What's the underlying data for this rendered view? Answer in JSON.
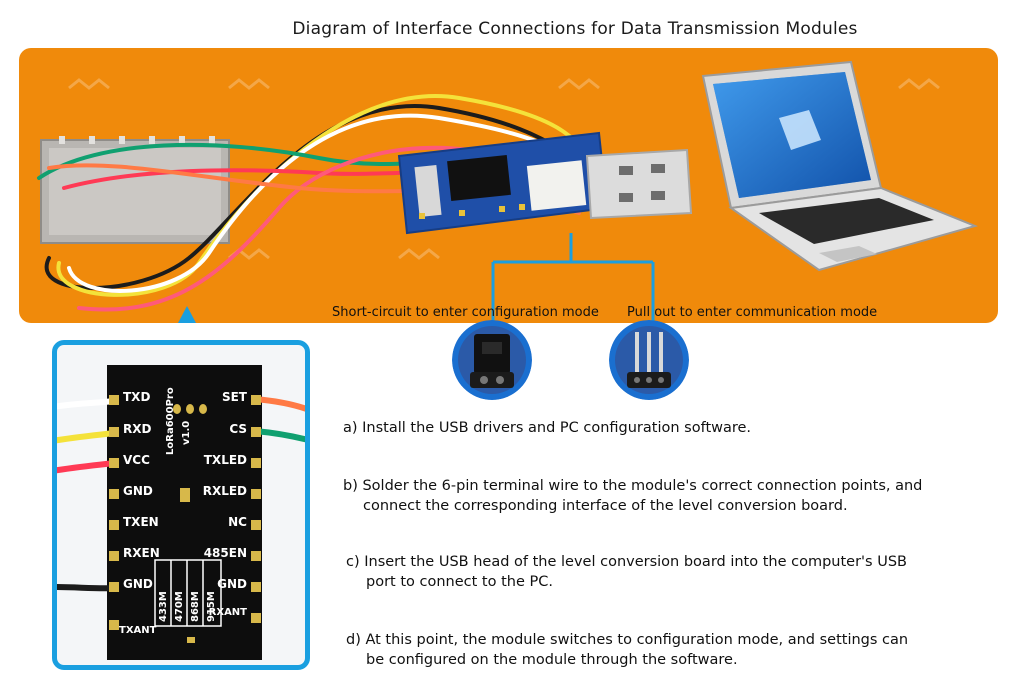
{
  "title": "Diagram of Interface Connections for Data Transmission Modules",
  "captions": {
    "short": "Short-circuit to enter configuration mode",
    "pull": "Pull out to enter communication mode"
  },
  "module": {
    "left_pins": [
      "TXD",
      "RXD",
      "VCC",
      "GND",
      "TXEN",
      "RXEN",
      "GND",
      "TXANT"
    ],
    "right_pins": [
      "SET",
      "CS",
      "TXLED",
      "RXLED",
      "NC",
      "485EN",
      "GND",
      "RXANT"
    ],
    "model_text": "LoRa600Pro",
    "version_text": "v1.0",
    "freq_options": [
      "433M",
      "470M",
      "868M",
      "915M"
    ]
  },
  "steps": [
    {
      "line1": "a) Install the USB drivers and PC configuration software.",
      "line2": ""
    },
    {
      "line1": "b) Solder the 6-pin terminal wire to the module's correct connection points, and",
      "line2": "connect the corresponding interface of the level conversion board."
    },
    {
      "line1": "c) Insert the USB head of the level conversion board into the computer's USB",
      "line2": "port to connect to the PC."
    },
    {
      "line1": "d) At this point, the module switches to configuration mode, and settings can",
      "line2": "be configured on the module through the software."
    }
  ],
  "colors": {
    "banner": "#f08a0b",
    "callout_border": "#1a9fe0",
    "pcb": "#0d0d0d",
    "usb_board": "#1f4fa8"
  }
}
